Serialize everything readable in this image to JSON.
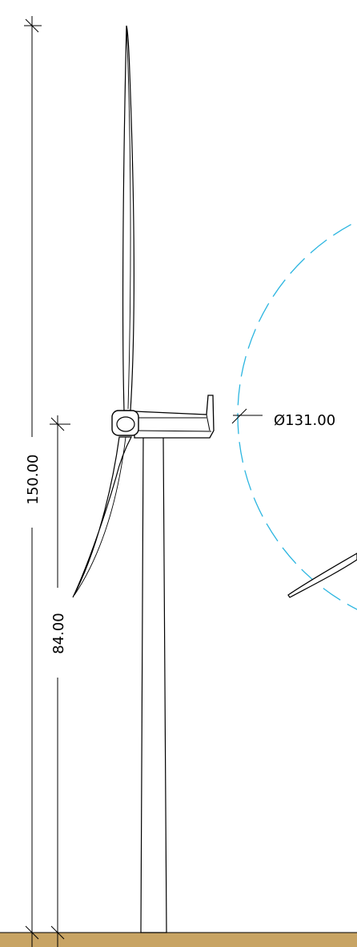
{
  "drawing": {
    "dimensions": {
      "total_height": "150.00",
      "hub_height": "84.00",
      "rotor_diameter": "Ø131.00"
    },
    "colors": {
      "ground": "#c8a464",
      "rotor_circle": "#2bb5e0",
      "line": "#000000"
    }
  }
}
